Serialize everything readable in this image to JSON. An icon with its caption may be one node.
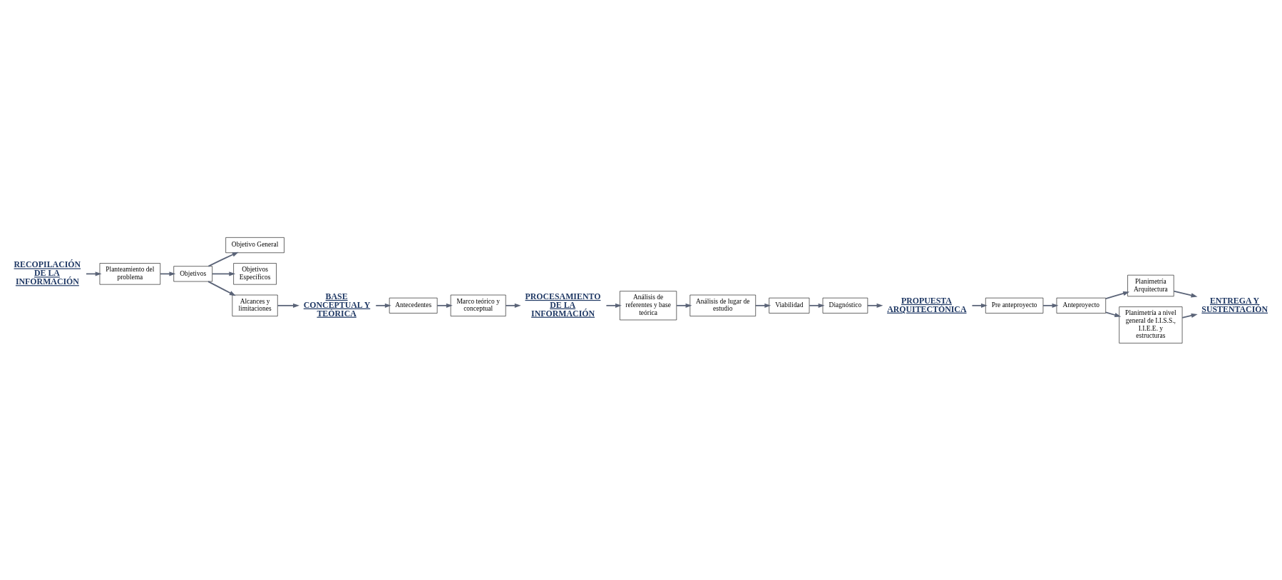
{
  "diagram": {
    "nodes": [
      {
        "text": [
          "RECOPILACIÓN DE LA INFORMACIÓN"
        ]
      },
      {
        "text": [
          "Planteamiento del problema"
        ]
      },
      {
        "text": [
          "Objetivos"
        ]
      },
      {
        "text": [
          "Objetivo General"
        ]
      },
      {
        "text": [
          "Objetivos Específicos"
        ]
      },
      {
        "text": [
          "Alcances y limitaciones"
        ]
      },
      {
        "text": [
          "BASE CONCEPTUAL Y TEÓRICA"
        ]
      },
      {
        "text": [
          "Antecedentes"
        ]
      },
      {
        "text": [
          "Marco teórico y conceptual"
        ]
      },
      {
        "text": [
          "PROCESAMIENTO DE LA INFORMACIÓN"
        ]
      },
      {
        "text": [
          "Análisis de referentes y base teórica"
        ]
      },
      {
        "text": [
          "Análisis de lugar de estudio"
        ]
      },
      {
        "text": [
          "Viabilidad"
        ]
      },
      {
        "text": [
          "Diagnóstico"
        ]
      },
      {
        "text": [
          "PROPUESTA ARQUITECTÓNICA"
        ]
      },
      {
        "text": [
          "Pre anteproyecto"
        ]
      },
      {
        "text": [
          "Anteproyecto"
        ]
      },
      {
        "text": [
          "Planimetría Arquitectura"
        ]
      },
      {
        "text": [
          "Planimetría a nivel general de I.I.S.S., I.I.E.E. y estructuras"
        ]
      },
      {
        "text": [
          "ENTREGA Y SUSTENTACIÓN"
        ]
      }
    ],
    "edges": [
      {
        "from": 0,
        "to": 1,
        "arrow": "to"
      },
      {
        "from": 1,
        "to": 2,
        "arrow": "to"
      },
      {
        "from": 2,
        "to": 3,
        "arrow": "to"
      },
      {
        "from": 2,
        "to": 4,
        "arrow": "to"
      },
      {
        "from": 2,
        "to": 5,
        "arrow": "to"
      },
      {
        "from": 5,
        "to": 6,
        "arrow": "to"
      },
      {
        "from": 6,
        "to": 7,
        "arrow": "to"
      },
      {
        "from": 7,
        "to": 8,
        "arrow": "to"
      },
      {
        "from": 8,
        "to": 9,
        "arrow": "to"
      },
      {
        "from": 9,
        "to": 10,
        "arrow": "to"
      },
      {
        "from": 10,
        "to": 11,
        "arrow": "to"
      },
      {
        "from": 11,
        "to": 12,
        "arrow": "to"
      },
      {
        "from": 12,
        "to": 13,
        "arrow": "to"
      },
      {
        "from": 13,
        "to": 14,
        "arrow": "to"
      },
      {
        "from": 14,
        "to": 15,
        "arrow": "to"
      },
      {
        "from": 15,
        "to": 16,
        "arrow": "to"
      },
      {
        "from": 16,
        "to": 17,
        "arrow": "to"
      },
      {
        "from": 16,
        "to": 18,
        "arrow": "to"
      },
      {
        "from": 17,
        "to": 19,
        "arrow": "to"
      },
      {
        "from": 18,
        "to": 19,
        "arrow": "to"
      }
    ]
  }
}
